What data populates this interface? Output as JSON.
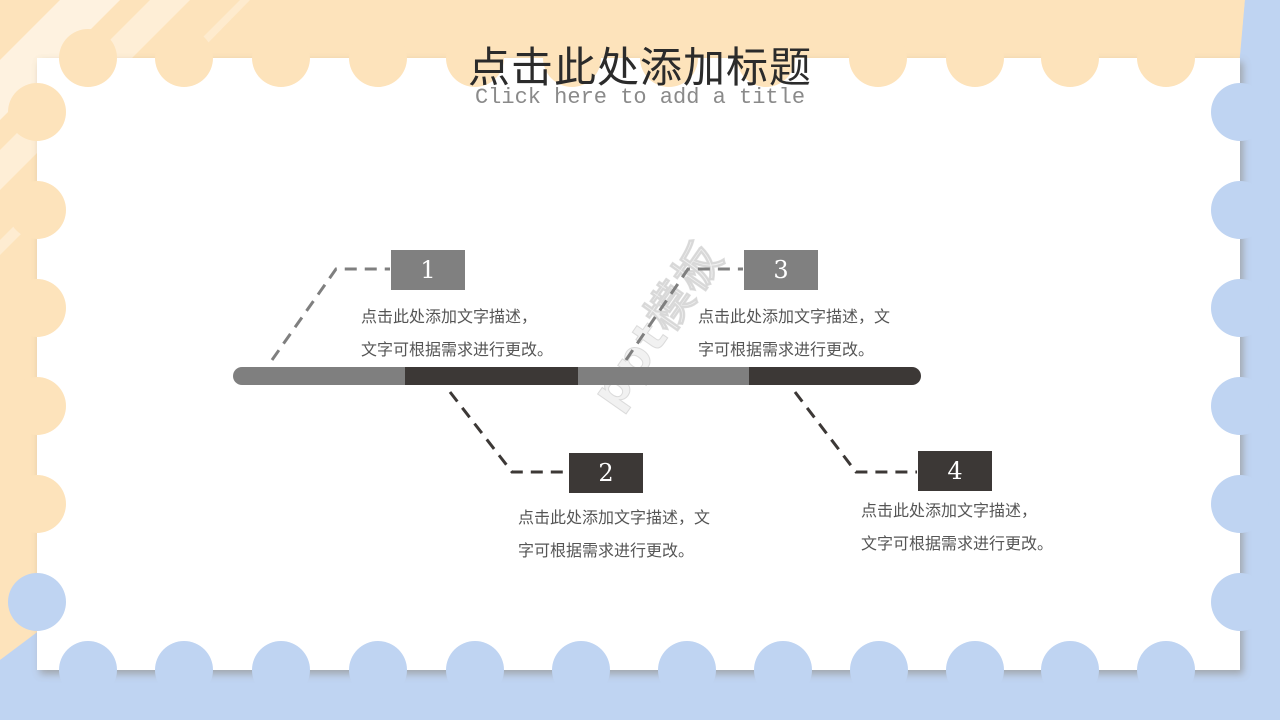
{
  "slide": {
    "title": "点击此处添加标题",
    "subtitle": "Click here to add a title",
    "watermark": "ppt模板"
  },
  "colors": {
    "peach_bg": "#fde3bb",
    "blue_bg": "#bfd4f2",
    "stamp_white": "#ffffff",
    "light_gray": "#808080",
    "dark_gray": "#3c3836",
    "text_gray": "#555555"
  },
  "timeline": {
    "segments": [
      {
        "color": "#7f7f7f"
      },
      {
        "color": "#3c3836"
      },
      {
        "color": "#7f7f7f"
      },
      {
        "color": "#3c3836"
      }
    ],
    "items": [
      {
        "number": "1",
        "text_line1": "点击此处添加文字描述，",
        "text_line2": "文字可根据需求进行更改。",
        "color": "#808080"
      },
      {
        "number": "2",
        "text_line1": "点击此处添加文字描述，文",
        "text_line2": "字可根据需求进行更改。",
        "color": "#3c3836"
      },
      {
        "number": "3",
        "text_line1": "点击此处添加文字描述，文",
        "text_line2": "字可根据需求进行更改。",
        "color": "#808080"
      },
      {
        "number": "4",
        "text_line1": "点击此处添加文字描述，",
        "text_line2": "文字可根据需求进行更改。",
        "color": "#3c3836"
      }
    ]
  }
}
